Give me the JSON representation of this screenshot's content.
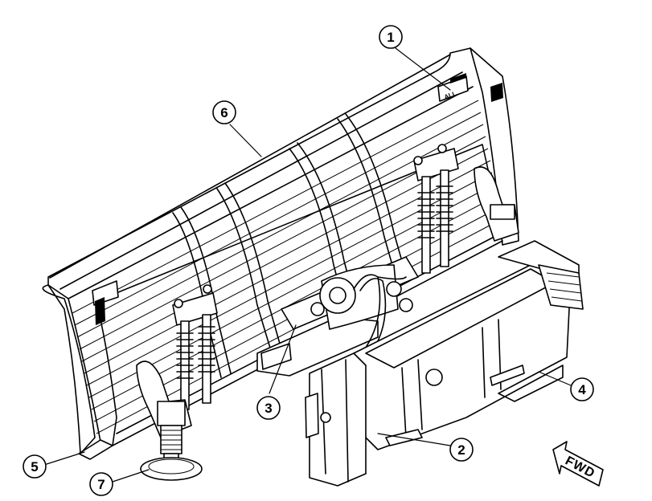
{
  "diagram": {
    "callouts": [
      {
        "id": "c1",
        "label": "1"
      },
      {
        "id": "c2",
        "label": "2"
      },
      {
        "id": "c3",
        "label": "3"
      },
      {
        "id": "c4",
        "label": "4"
      },
      {
        "id": "c5",
        "label": "5"
      },
      {
        "id": "c6",
        "label": "6"
      },
      {
        "id": "c7",
        "label": "7"
      }
    ],
    "direction_label": "FWD",
    "decal_text": "ALL"
  }
}
